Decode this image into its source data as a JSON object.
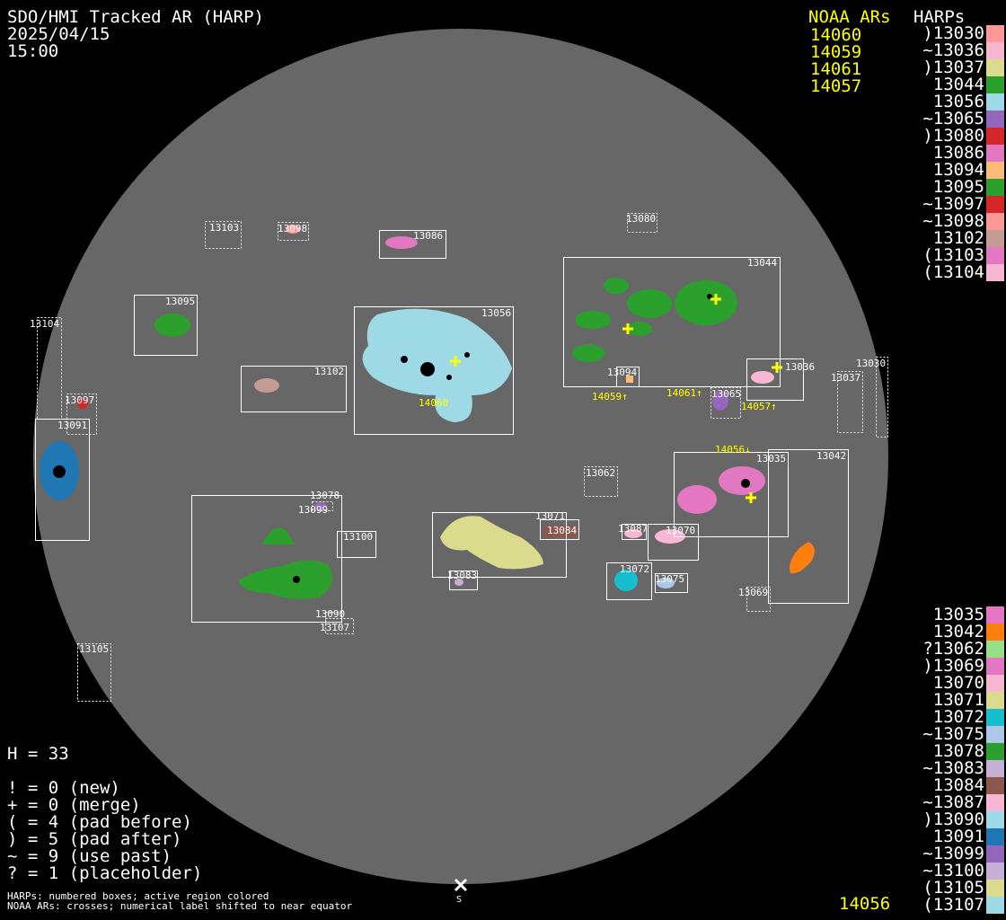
{
  "header": {
    "title": "SDO/HMI Tracked AR (HARP)",
    "date": "2025/04/15",
    "time": "15:00"
  },
  "noaa_legend": {
    "title": "NOAA ARs",
    "items": [
      "14060",
      "14059",
      "14061",
      "14057"
    ],
    "bottom_item": "14056"
  },
  "harps_legend": {
    "title": "HARPs",
    "top": [
      {
        "label": ")13030",
        "color": "#ff9896"
      },
      {
        "label": "~13036",
        "color": "#f7b6d2"
      },
      {
        "label": ")13037",
        "color": "#dbdb8d"
      },
      {
        "label": "13044",
        "color": "#2ca02c"
      },
      {
        "label": "13056",
        "color": "#9edae5"
      },
      {
        "label": "~13065",
        "color": "#9467bd"
      },
      {
        "label": ")13080",
        "color": "#d62728"
      },
      {
        "label": "13086",
        "color": "#e377c2"
      },
      {
        "label": "13094",
        "color": "#ffbb78"
      },
      {
        "label": "13095",
        "color": "#2ca02c"
      },
      {
        "label": "~13097",
        "color": "#d62728"
      },
      {
        "label": "~13098",
        "color": "#ff9896"
      },
      {
        "label": "13102",
        "color": "#c49c94"
      },
      {
        "label": "(13103",
        "color": "#e377c2"
      },
      {
        "label": "(13104",
        "color": "#f7b6d2"
      }
    ],
    "bottom": [
      {
        "label": "13035",
        "color": "#e377c2"
      },
      {
        "label": "13042",
        "color": "#ff7f0e"
      },
      {
        "label": "?13062",
        "color": "#98df8a"
      },
      {
        "label": ")13069",
        "color": "#e377c2"
      },
      {
        "label": "13070",
        "color": "#f7b6d2"
      },
      {
        "label": "13071",
        "color": "#dbdb8d"
      },
      {
        "label": "13072",
        "color": "#17becf"
      },
      {
        "label": "~13075",
        "color": "#aec7e8"
      },
      {
        "label": "13078",
        "color": "#2ca02c"
      },
      {
        "label": "~13083",
        "color": "#c5b0d5"
      },
      {
        "label": "13084",
        "color": "#8c564b"
      },
      {
        "label": "~13087",
        "color": "#f7b6d2"
      },
      {
        "label": ")13090",
        "color": "#9edae5"
      },
      {
        "label": "13091",
        "color": "#1f77b4"
      },
      {
        "label": "~13099",
        "color": "#9467bd"
      },
      {
        "label": "~13100",
        "color": "#c5b0d5"
      },
      {
        "label": "(13105",
        "color": "#dbdb8d"
      },
      {
        "label": "(13107",
        "color": "#9edae5"
      }
    ]
  },
  "stats": {
    "h": "H = 33",
    "lines": [
      "! = 0 (new)",
      "+ = 0 (merge)",
      "( = 4 (pad before)",
      ") = 5 (pad after)",
      "~ = 9 (use past)",
      "? = 1 (placeholder)"
    ]
  },
  "footer": {
    "line1": "HARPs: numbered boxes; active region colored",
    "line2": "NOAA ARs: crosses; numerical label shifted to near equator"
  },
  "disk": {
    "south_label": "S",
    "boxes": [
      "13103",
      "13098",
      "13086",
      "13080",
      "13044",
      "13095",
      "13104",
      "13056",
      "13102",
      "13094",
      "13036",
      "13037",
      "13030",
      "13065",
      "13097",
      "13091",
      "13062",
      "13035",
      "13042",
      "13078",
      "13099",
      "13100",
      "13071",
      "13084",
      "13087",
      "13070",
      "13083",
      "13072",
      "13075",
      "13069",
      "13090",
      "13107",
      "13105"
    ],
    "noaa_labels": [
      "14060",
      "14059↑",
      "14061↑",
      "14057↑",
      "14056↓"
    ]
  }
}
